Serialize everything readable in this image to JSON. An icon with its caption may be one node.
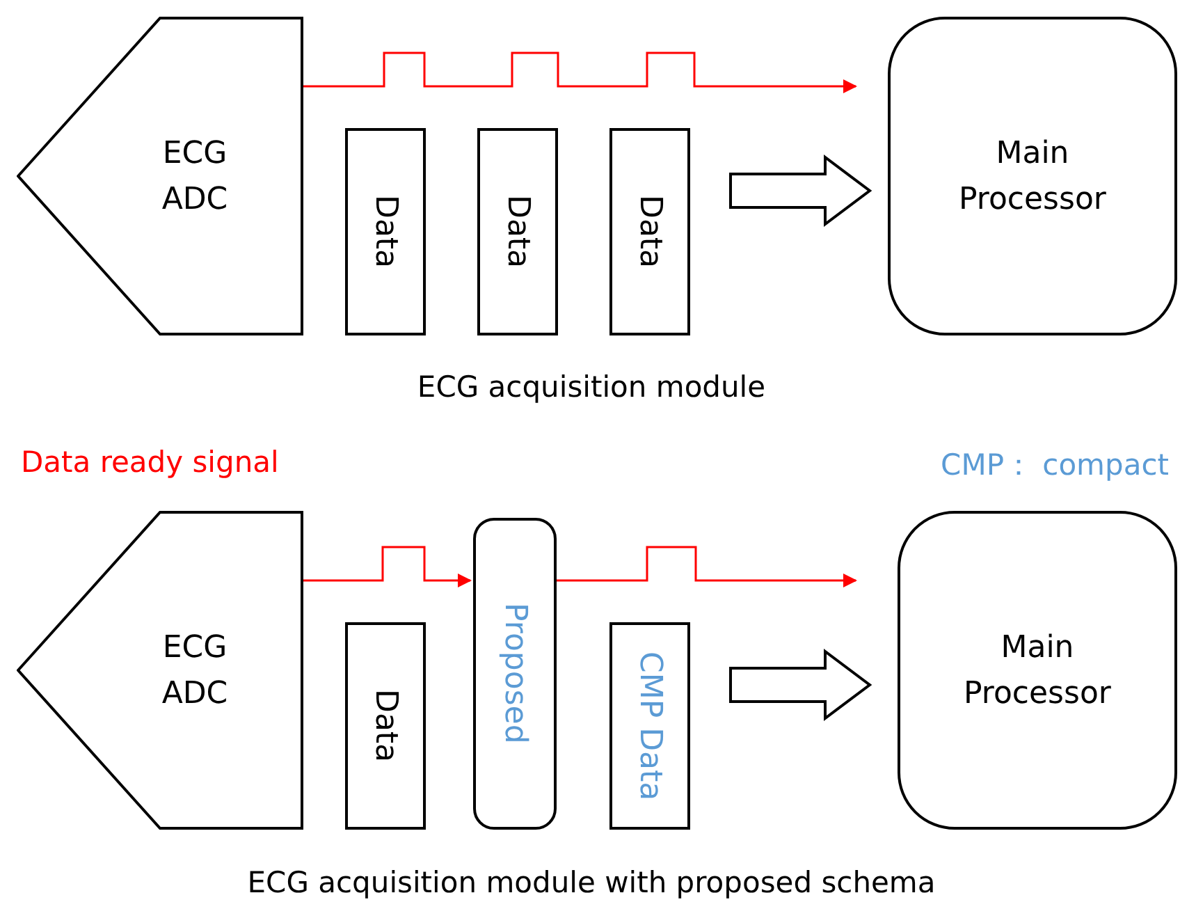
{
  "diagram": {
    "nodes": [
      {
        "text": [
          "ECG ADC"
        ]
      },
      {
        "text": [
          "Data"
        ]
      },
      {
        "text": [
          "Data"
        ]
      },
      {
        "text": [
          "Data"
        ]
      },
      {
        "text": [
          "Main Processor"
        ]
      },
      {
        "text": [
          "ECG ADC"
        ]
      },
      {
        "text": [
          "Data"
        ]
      },
      {
        "text": [
          "Proposed"
        ]
      },
      {
        "text": [
          "CMP Data"
        ]
      },
      {
        "text": [
          "Main Processor"
        ]
      }
    ],
    "edges": [
      {
        "from": 0,
        "to": 4,
        "arrow": "to",
        "color": "#ff0000"
      },
      {
        "from": 3,
        "to": 4,
        "arrow": "to",
        "style": "thick"
      },
      {
        "from": 5,
        "to": 7,
        "arrow": "to",
        "color": "#ff0000"
      },
      {
        "from": 7,
        "to": 9,
        "arrow": "to",
        "color": "#ff0000"
      },
      {
        "from": 8,
        "to": 9,
        "arrow": "to",
        "style": "thick"
      }
    ],
    "labels": [
      "ECG acquisition module",
      "Data ready signal",
      "CMP： compact",
      "ECG acquisition module with proposed schema"
    ]
  }
}
